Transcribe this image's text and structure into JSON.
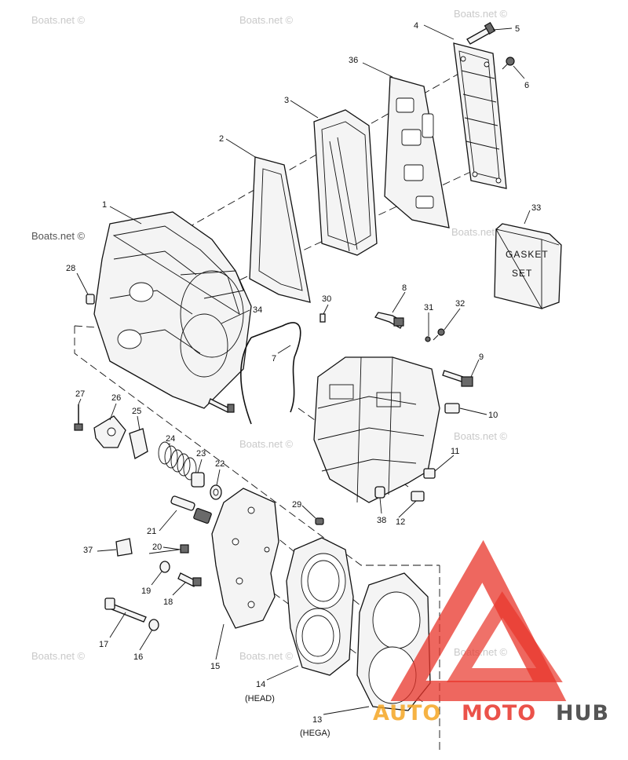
{
  "watermark": "Boats.net ©",
  "callouts": [
    {
      "id": "c1",
      "label": "1"
    },
    {
      "id": "c2",
      "label": "2"
    },
    {
      "id": "c3",
      "label": "3"
    },
    {
      "id": "c4",
      "label": "4"
    },
    {
      "id": "c5",
      "label": "5"
    },
    {
      "id": "c6",
      "label": "6"
    },
    {
      "id": "c7",
      "label": "7"
    },
    {
      "id": "c8",
      "label": "8"
    },
    {
      "id": "c9",
      "label": "9"
    },
    {
      "id": "c10",
      "label": "10"
    },
    {
      "id": "c11",
      "label": "11"
    },
    {
      "id": "c12",
      "label": "12"
    },
    {
      "id": "c13",
      "label": "13"
    },
    {
      "id": "c13b",
      "label": "(HEGA)"
    },
    {
      "id": "c14",
      "label": "14"
    },
    {
      "id": "c14b",
      "label": "(HEAD)"
    },
    {
      "id": "c15",
      "label": "15"
    },
    {
      "id": "c16",
      "label": "16"
    },
    {
      "id": "c17",
      "label": "17"
    },
    {
      "id": "c18",
      "label": "18"
    },
    {
      "id": "c19",
      "label": "19"
    },
    {
      "id": "c20",
      "label": "20"
    },
    {
      "id": "c21",
      "label": "21"
    },
    {
      "id": "c22",
      "label": "22"
    },
    {
      "id": "c23",
      "label": "23"
    },
    {
      "id": "c24",
      "label": "24"
    },
    {
      "id": "c25",
      "label": "25"
    },
    {
      "id": "c26",
      "label": "26"
    },
    {
      "id": "c27",
      "label": "27"
    },
    {
      "id": "c28",
      "label": "28"
    },
    {
      "id": "c29",
      "label": "29"
    },
    {
      "id": "c30",
      "label": "30"
    },
    {
      "id": "c31",
      "label": "31"
    },
    {
      "id": "c32",
      "label": "32"
    },
    {
      "id": "c33",
      "label": "33"
    },
    {
      "id": "c34",
      "label": "34"
    },
    {
      "id": "c36",
      "label": "36"
    },
    {
      "id": "c37",
      "label": "37"
    },
    {
      "id": "c38",
      "label": "38"
    }
  ],
  "gasket_set": {
    "line1": "GASKET",
    "line2": "SET"
  },
  "logo": {
    "part1": "AUTO",
    "part2": "MOTO",
    "part3": "HUB",
    "color_triangle": "#e8342a",
    "color_auto": "#f5a623",
    "color_moto": "#e8342a",
    "color_hub": "#555555"
  }
}
